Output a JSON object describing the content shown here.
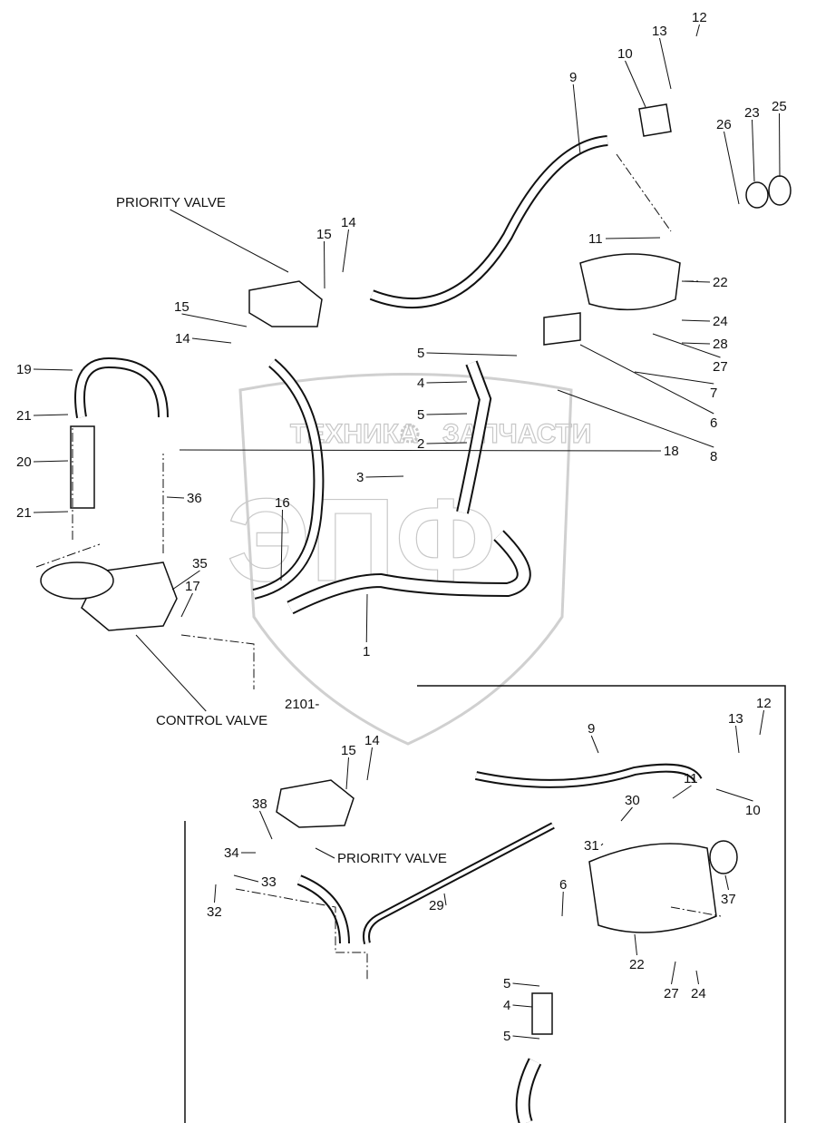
{
  "watermark": {
    "left_text": "ТЕХНИКА",
    "right_text": "ЗАПЧАСТИ",
    "logo_letters": "ЭПФ",
    "gear_icon": "gear-icon"
  },
  "callouts": [
    "12",
    "13",
    "10",
    "9",
    "25",
    "23",
    "26",
    "PRIORITY VALVE",
    "14",
    "15",
    "11",
    "22",
    "15",
    "24",
    "14",
    "28",
    "5",
    "27",
    "19",
    "4",
    "7",
    "21",
    "5",
    "6",
    "2",
    "18",
    "8",
    "20",
    "3",
    "36",
    "21",
    "16",
    "35",
    "17",
    "1",
    "CONTROL VALVE",
    "2101-",
    "12",
    "9",
    "13",
    "15",
    "14",
    "11",
    "10",
    "30",
    "38",
    "PRIORITY VALVE",
    "34",
    "31",
    "33",
    "32",
    "6",
    "29",
    "37",
    "22",
    "5",
    "27",
    "24",
    "4",
    "5"
  ],
  "colors": {
    "line": "#111111",
    "watermark": "#c8c8c8"
  }
}
